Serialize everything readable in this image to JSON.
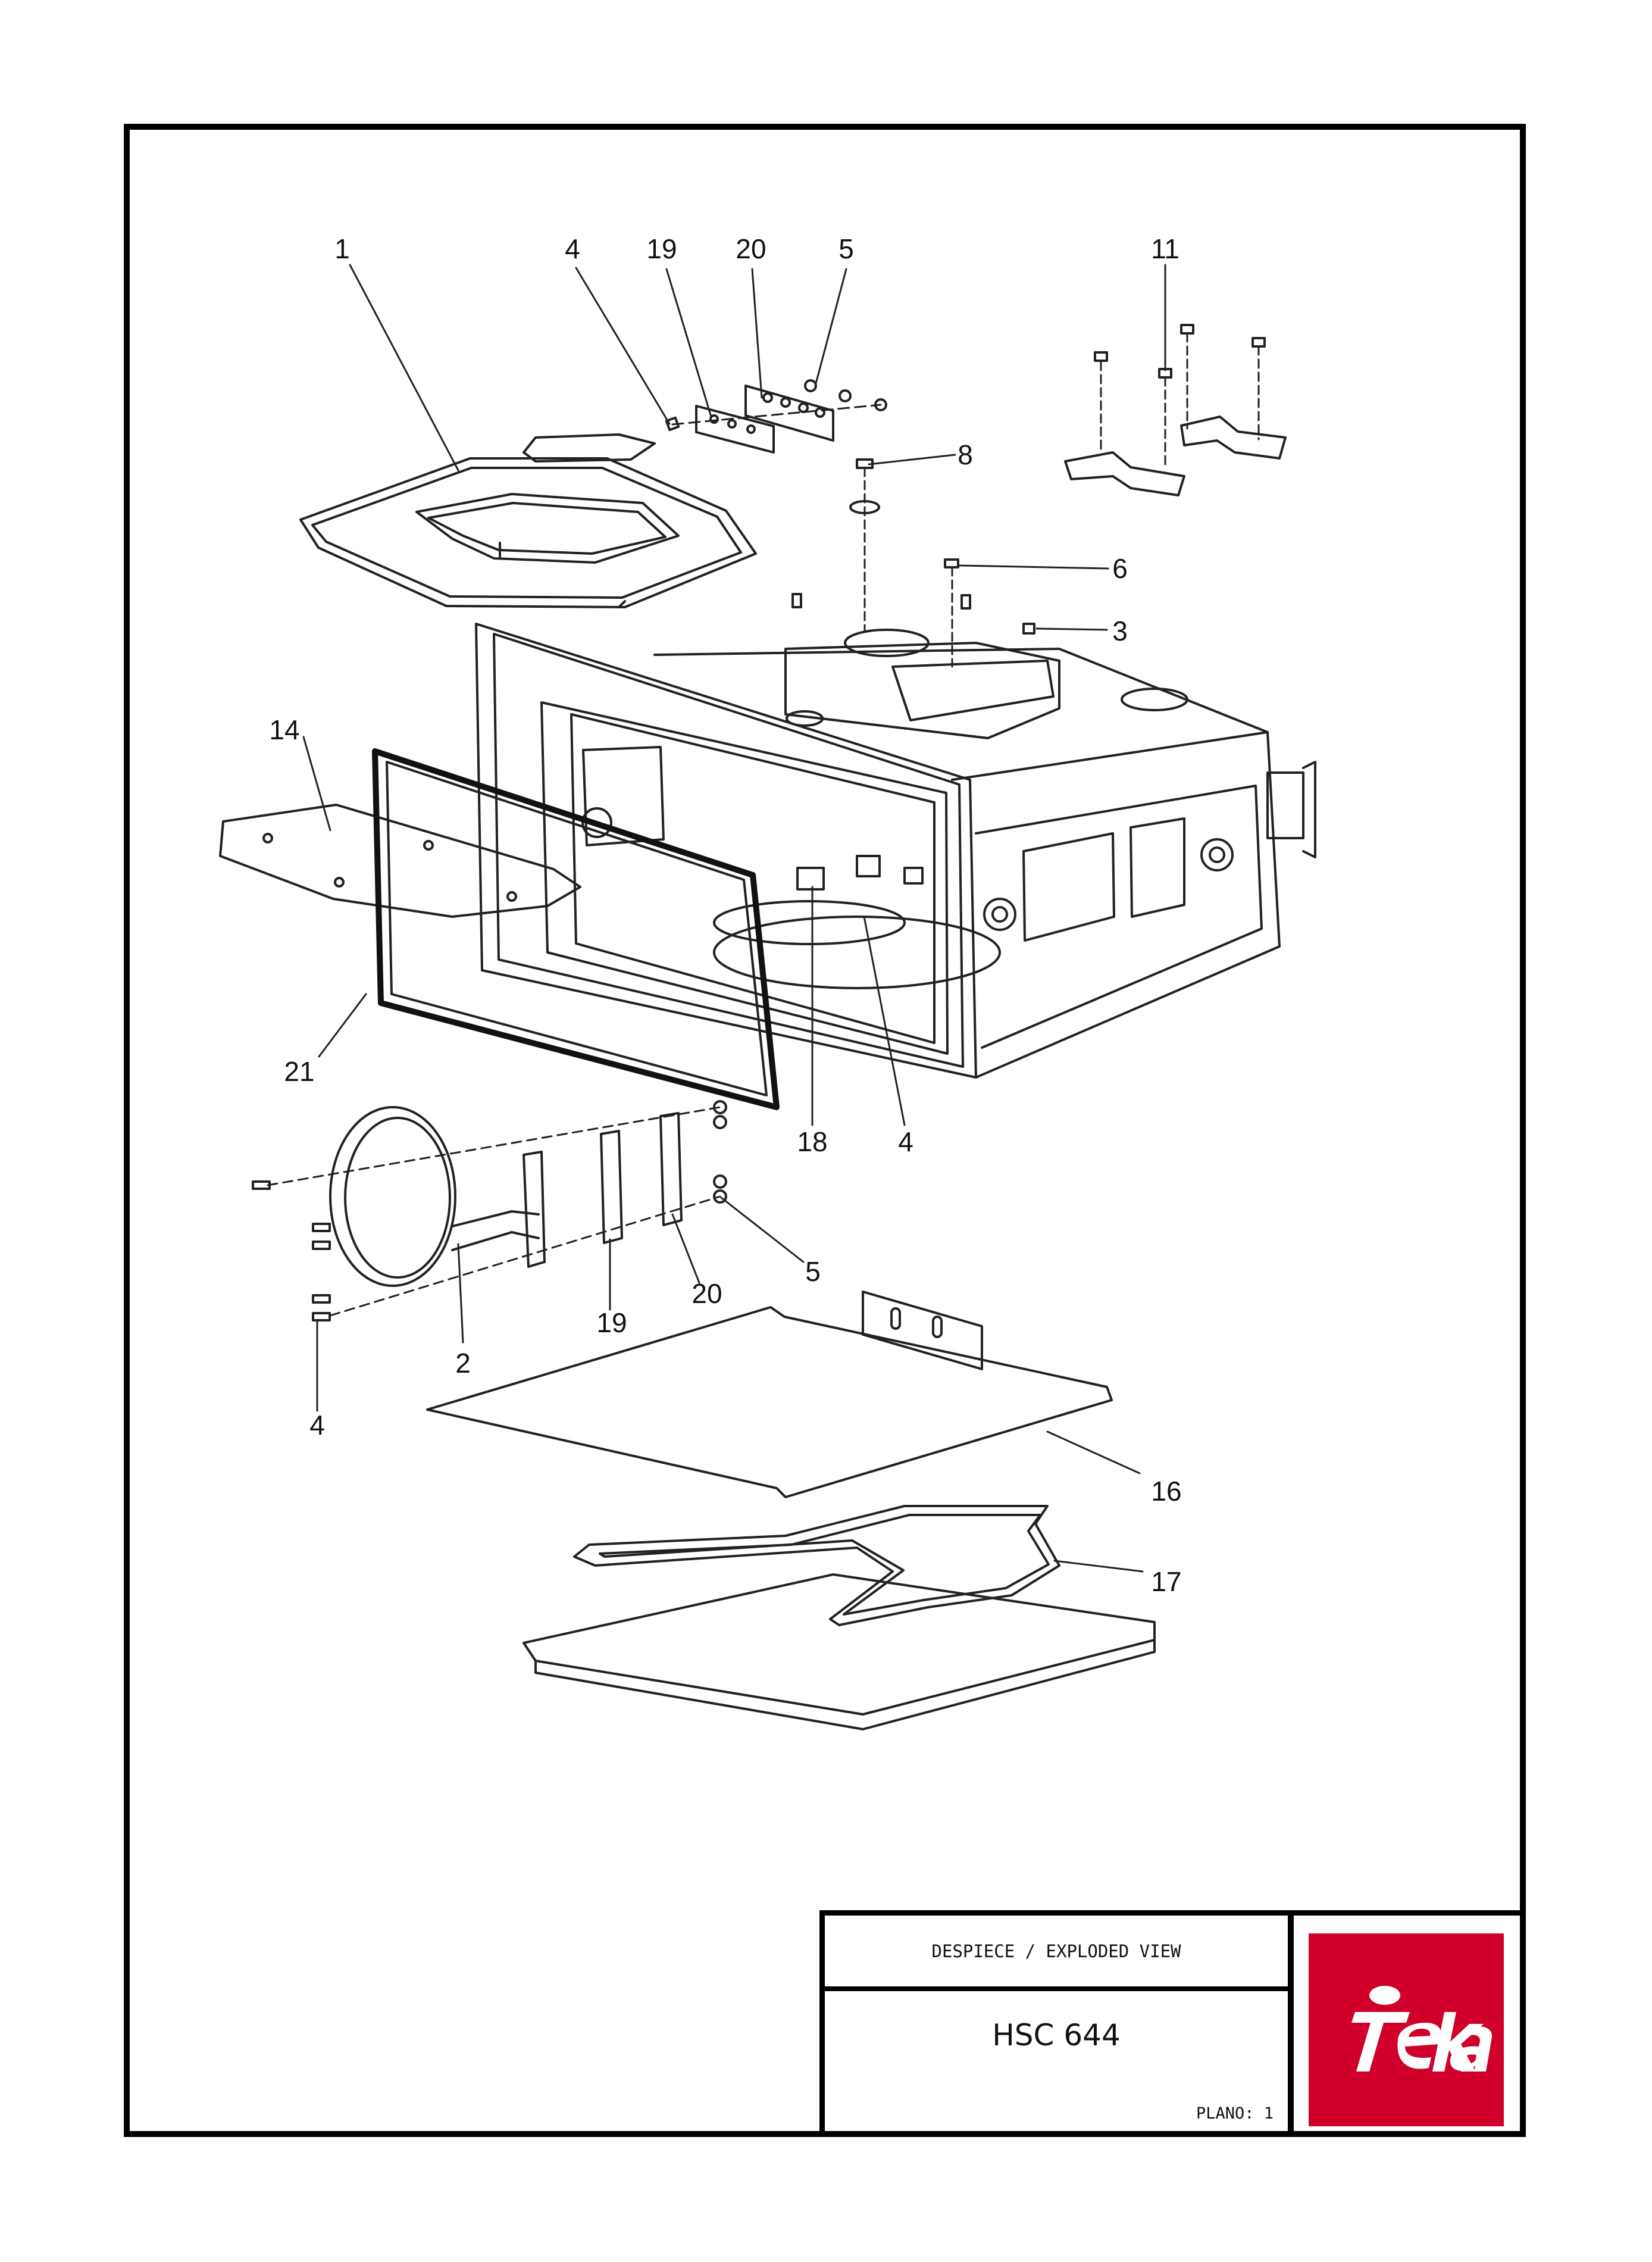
{
  "callouts": [
    {
      "label": "1"
    },
    {
      "label": "4"
    },
    {
      "label": "19"
    },
    {
      "label": "20"
    },
    {
      "label": "5"
    },
    {
      "label": "11"
    },
    {
      "label": "8"
    },
    {
      "label": "6"
    },
    {
      "label": "3"
    },
    {
      "label": "14"
    },
    {
      "label": "21"
    },
    {
      "label": "18"
    },
    {
      "label": "4"
    },
    {
      "label": "5"
    },
    {
      "label": "20"
    },
    {
      "label": "19"
    },
    {
      "label": "2"
    },
    {
      "label": "4"
    },
    {
      "label": "16"
    },
    {
      "label": "17"
    }
  ],
  "title_block": {
    "header": "DESPIECE / EXPLODED VIEW",
    "model": "HSC 644",
    "sheet": "PLANO: 1"
  },
  "brand": {
    "logo_text": "Teka",
    "color": "#d0002b"
  }
}
